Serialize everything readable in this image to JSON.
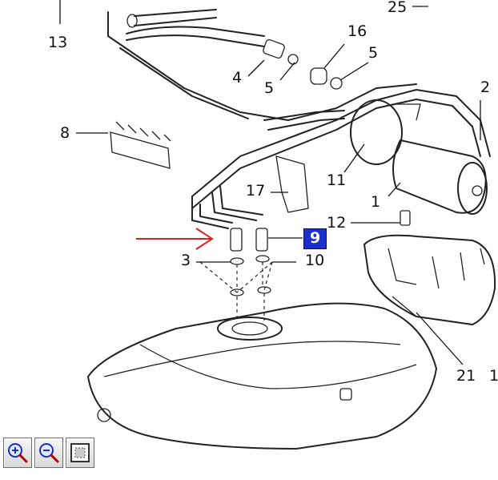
{
  "callouts": {
    "c13": "13",
    "c25": "25",
    "c16": "16",
    "c4": "4",
    "c5a": "5",
    "c5b": "5",
    "c2": "2",
    "c8": "8",
    "c11": "11",
    "c1": "1",
    "c17": "17",
    "c12": "12",
    "c9": "9",
    "c3": "3",
    "c10": "10",
    "c21": "21",
    "c1b": "1"
  },
  "highlight": {
    "color": "#1a2fcc",
    "item": "9"
  },
  "arrow": {
    "color": "#e02020"
  },
  "toolbar": {
    "zoom_in": "zoom-in-icon",
    "zoom_out": "zoom-out-icon",
    "fit": "fit-to-page-icon"
  }
}
